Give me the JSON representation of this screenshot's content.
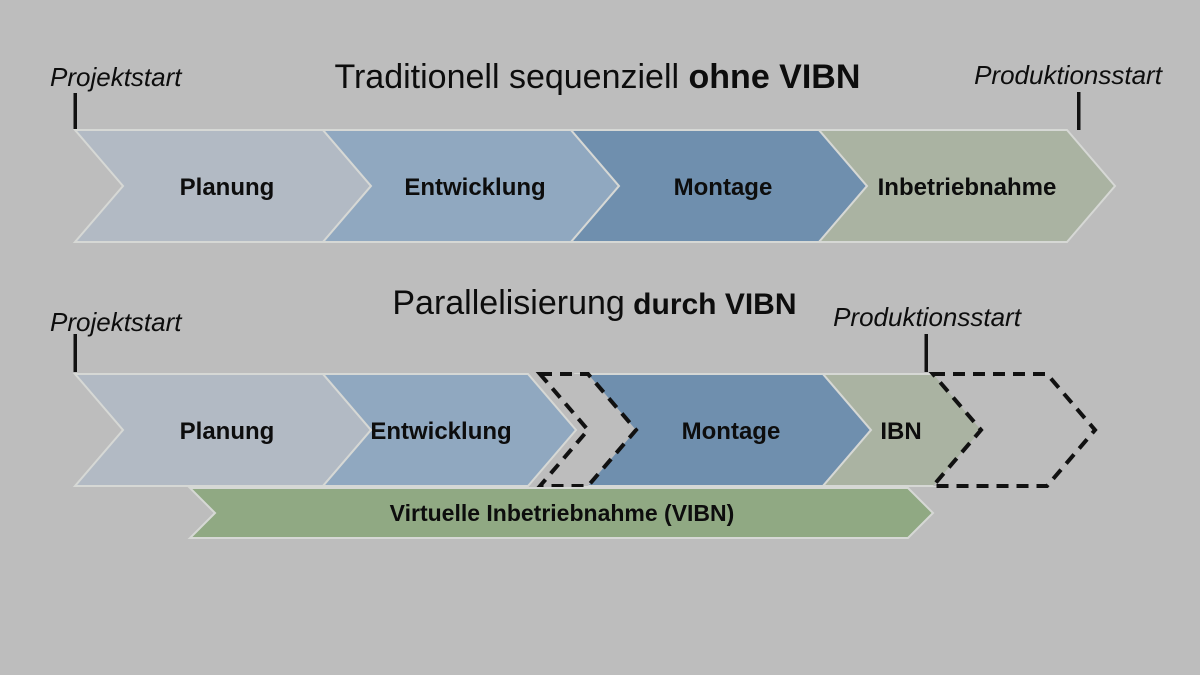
{
  "canvas": {
    "bg": "#bdbdbd",
    "text_color": "#0d0d0d"
  },
  "colors": {
    "planung": "#b2bac4",
    "entwicklung": "#90a8c0",
    "montage": "#6f8fae",
    "inbetriebnahme": "#aab3a2",
    "vibn_bar": "#90a983",
    "outline": "#d6d8d5",
    "dash": "#111111"
  },
  "top": {
    "title_regular": "Traditionell sequenziell",
    "title_bold": " ohne VIBN",
    "start_label": "Projektstart",
    "end_label": "Produktionsstart",
    "stages": [
      {
        "label": "Planung"
      },
      {
        "label": "Entwicklung"
      },
      {
        "label": "Montage"
      },
      {
        "label": "Inbetriebnahme"
      }
    ]
  },
  "bottom": {
    "title_regular": "Parallelisierung",
    "title_bold": " durch VIBN",
    "start_label": "Projektstart",
    "end_label": "Produktionsstart",
    "stages": [
      {
        "label": "Planung"
      },
      {
        "label": "Entwicklung"
      },
      {
        "label": "Montage"
      },
      {
        "label": "IBN"
      }
    ],
    "vibn_label": "Virtuelle Inbetriebnahme (VIBN)"
  }
}
